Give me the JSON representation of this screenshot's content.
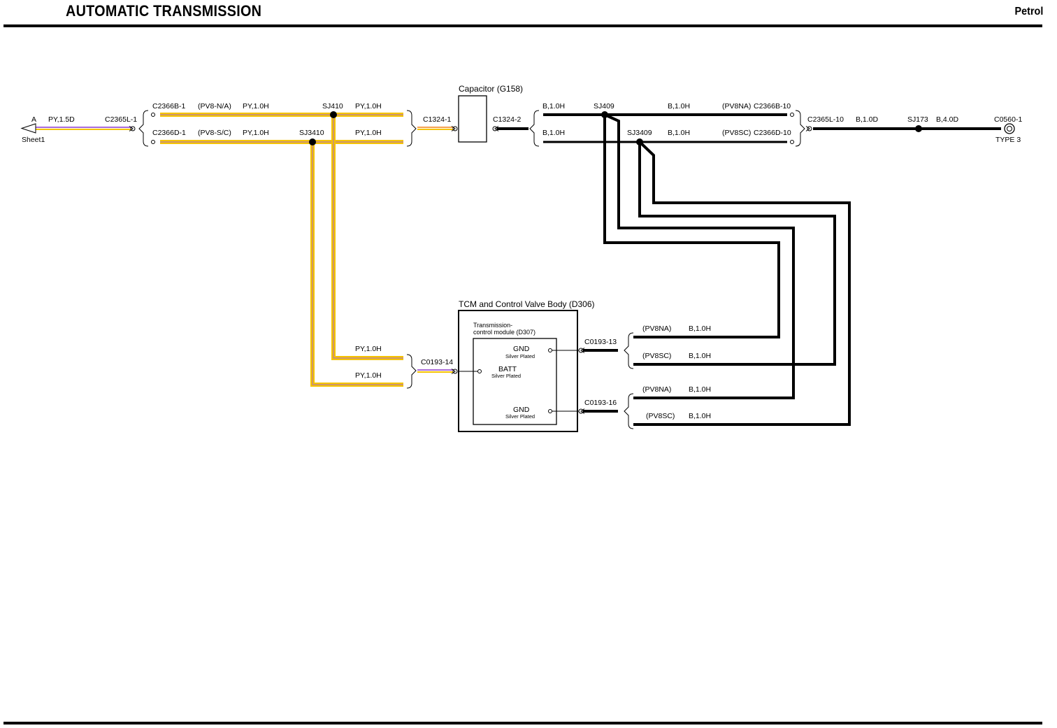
{
  "header": {
    "title": "AUTOMATIC TRANSMISSION",
    "variant": "Petrol"
  },
  "colors": {
    "wire_py": "#f5c400",
    "wire_py_stripe": "#a86ad8",
    "wire_b": "#000000",
    "text": "#000000"
  },
  "start": {
    "letter": "A",
    "wire": "PY,1.5D",
    "sheet": "Sheet1",
    "connector": "C2365L-1"
  },
  "rows": {
    "top": {
      "connector": "C2366B-1",
      "variant": "(PV8-N/A)",
      "wire_a": "PY,1.0H",
      "splice": "SJ410",
      "wire_b": "PY,1.0H"
    },
    "bottom": {
      "connector": "C2366D-1",
      "variant": "(PV8-S/C)",
      "wire_a": "PY,1.0H",
      "splice": "SJ3410",
      "wire_b": "PY,1.0H"
    }
  },
  "capacitor": {
    "title": "Capacitor (G158)",
    "pin_in": "C1324-1",
    "pin_out": "C1324-2"
  },
  "right_rows": {
    "top": {
      "wire_a": "B,1.0H",
      "splice": "SJ409",
      "wire_b": "B,1.0H",
      "variant": "(PV8NA)",
      "connector": "C2366B-10"
    },
    "bottom": {
      "wire_a": "B,1.0H",
      "splice": "SJ3409",
      "wire_b": "B,1.0H",
      "variant": "(PV8SC)",
      "connector": "C2366D-10"
    }
  },
  "ground": {
    "connector_in": "C2365L-10",
    "wire_a": "B,1.0D",
    "splice": "SJ173",
    "wire_b": "B,4.0D",
    "connector_out": "C0560-1",
    "type": "TYPE 3"
  },
  "tcm": {
    "title": "TCM and Control Valve Body (D306)",
    "module_line1": "Transmission-",
    "module_line2": "control module (D307)",
    "pins": {
      "gnd1": {
        "label": "GND",
        "sub": "Silver Plated"
      },
      "batt": {
        "label": "BATT",
        "sub": "Silver Plated"
      },
      "gnd2": {
        "label": "GND",
        "sub": "Silver Plated"
      }
    },
    "conn_batt": "C0193-14",
    "conn_gnd1": "C0193-13",
    "conn_gnd2": "C0193-16",
    "batt_wires": [
      "PY,1.0H",
      "PY,1.0H"
    ],
    "gnd1_wires": [
      {
        "variant": "(PV8NA)",
        "wire": "B,1.0H"
      },
      {
        "variant": "(PV8SC)",
        "wire": "B,1.0H"
      }
    ],
    "gnd2_wires": [
      {
        "variant": "(PV8NA)",
        "wire": "B,1.0H"
      },
      {
        "variant": "(PV8SC)",
        "wire": "B,1.0H"
      }
    ]
  }
}
